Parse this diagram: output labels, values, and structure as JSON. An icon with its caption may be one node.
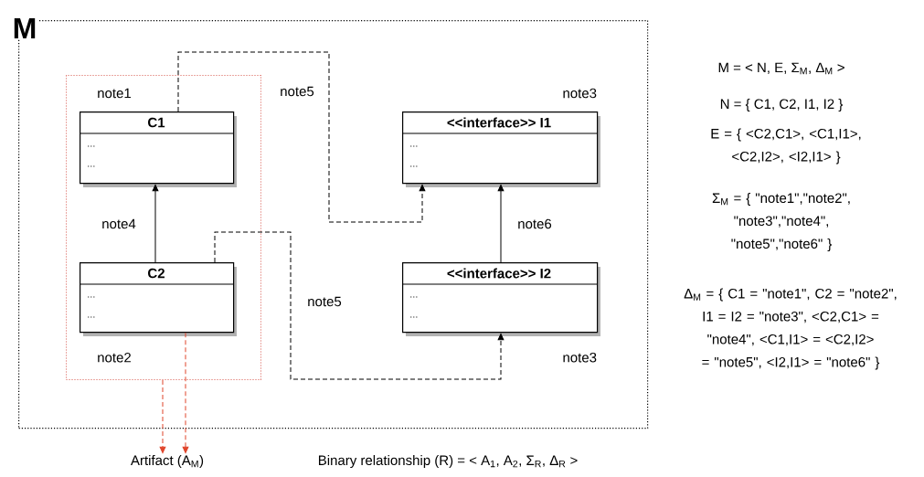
{
  "diagram": {
    "nodes": [
      {
        "text": [
          "M"
        ]
      },
      {
        "text": [],
        "shape": "box",
        "in": 0
      },
      {
        "text": [
          "C1",
          "...",
          "..."
        ],
        "in": 1,
        "beside": [
          "note1"
        ]
      },
      {
        "text": [
          "C2",
          "...",
          "..."
        ],
        "in": 1,
        "beside": [
          "note2"
        ]
      },
      {
        "text": [
          "<<interface>> I1",
          "...",
          "..."
        ],
        "in": 0,
        "beside": [
          "note3"
        ]
      },
      {
        "text": [
          "<<interface>> I2",
          "...",
          "..."
        ],
        "in": 0,
        "beside": [
          "note3"
        ]
      },
      {
        "text": [
          "Artifact (A$_{M}$)"
        ]
      }
    ],
    "edges": [
      {
        "from": 3,
        "to": 2,
        "arrow": "to",
        "label": "note4"
      },
      {
        "from": 2,
        "to": 4,
        "arrow": "to",
        "label": "note5",
        "style": "dashed"
      },
      {
        "from": 3,
        "to": 5,
        "arrow": "to",
        "label": "note5",
        "style": "dashed"
      },
      {
        "from": 5,
        "to": 4,
        "arrow": "to",
        "label": "note6"
      },
      {
        "from": 1,
        "to": 6,
        "arrow": "to",
        "style": "dashed",
        "color": "#e0452b"
      },
      {
        "from": 3,
        "to": 6,
        "arrow": "to",
        "style": "dashed",
        "color": "#e0452b"
      }
    ],
    "labels": [
      "Binary relationship (R) = < A$_{1}$, A$_{2}$, Σ$_{R}$, Δ$_{R}$ >",
      "M = < N, E, Σ$_{M}$, Δ$_{M}$ >",
      "N = { C1, C2, I1, I2 }",
      "E = { <C2,C1>, <C1,I1>, <C2,I2>, <I2,I1> }",
      "Σ$_{M}$ = { \"note1\",\"note2\", \"note3\",\"note4\", \"note5\",\"note6\" }",
      "Δ$_{M}$ = { C1 = \"note1\", C2 = \"note2\", I1 = I2 = \"note3\", <C2,C1> = \"note4\", <C1,I1> = <C2,I2> = \"note5\", <I2,I1> = \"note6\" }"
    ]
  }
}
